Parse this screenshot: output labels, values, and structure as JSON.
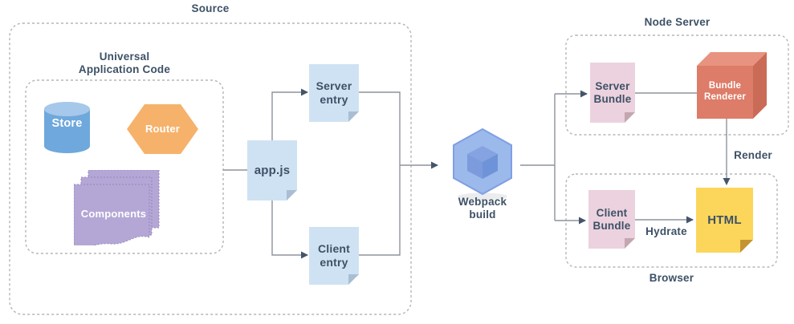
{
  "diagram": {
    "groups": {
      "source": "Source",
      "universal": "Universal\nApplication Code",
      "node_server": "Node Server",
      "browser": "Browser"
    },
    "nodes": {
      "store": "Store",
      "router": "Router",
      "components": "Components",
      "app_js": "app.js",
      "server_entry": "Server\nentry",
      "client_entry": "Client\nentry",
      "webpack": "Webpack\nbuild",
      "server_bundle": "Server\nBundle",
      "bundle_renderer": "Bundle\nRenderer",
      "client_bundle": "Client\nBundle",
      "html": "HTML"
    },
    "edge_labels": {
      "render": "Render",
      "hydrate": "Hydrate"
    },
    "colors": {
      "label_text": "#3d5166",
      "line_gray": "#8d939c",
      "arrowhead": "#44546a",
      "dashed_border": "#b5b5b5",
      "store_blue": "#6fa8dc",
      "store_top_blue": "#a6c8ea",
      "router_orange": "#f6b26b",
      "components_purple": "#b4a7d6",
      "entry_page_blue": "#cfe2f3",
      "entry_fold_blue": "#a9bed2",
      "bundle_page_pink": "#ecd2de",
      "bundle_fold_pink": "#c2a7b3",
      "html_yellow": "#fcd65b",
      "html_fold": "#c49432",
      "cube_front_red": "#dd7c68",
      "cube_top_red": "#e8937f",
      "cube_side_red": "#c96b57",
      "webpack_light_blue": "#9cb9ec",
      "webpack_dark_blue": "#6f93d8"
    }
  }
}
